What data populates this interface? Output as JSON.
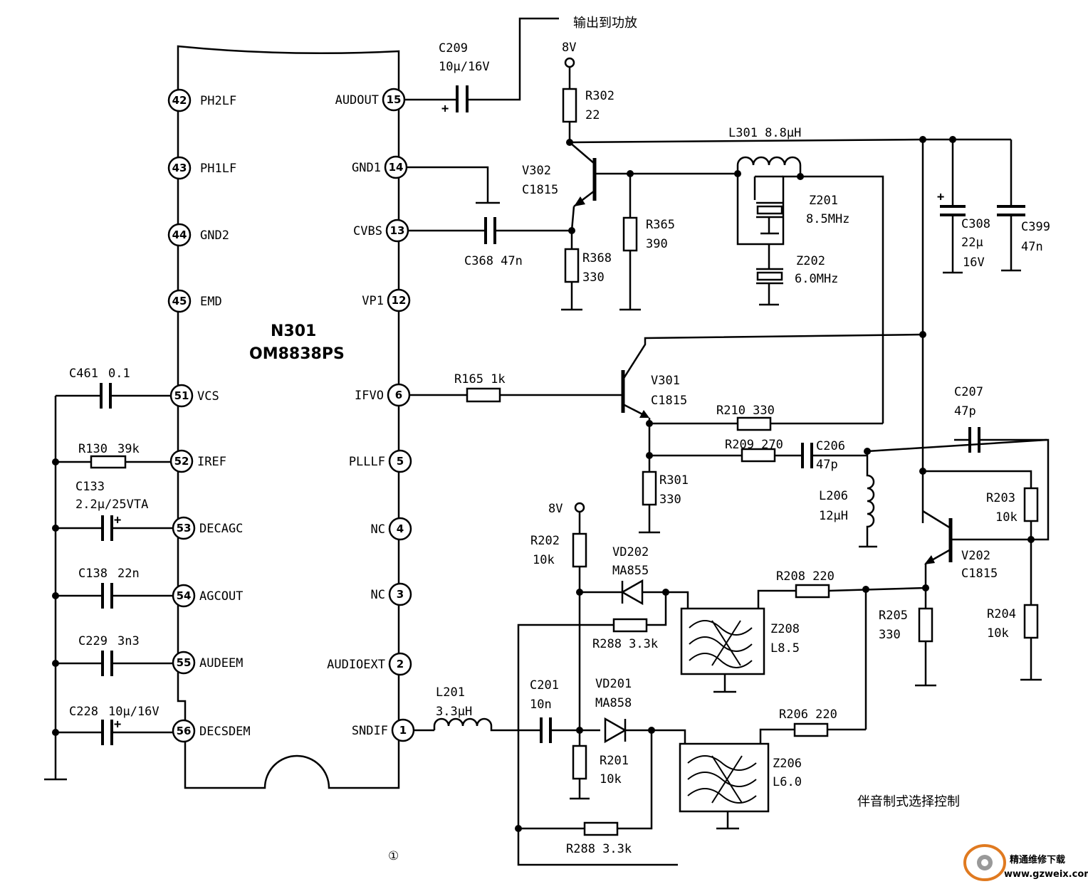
{
  "ic": {
    "ref": "N301",
    "part": "OM8838PS"
  },
  "left_pins": [
    {
      "num": "42",
      "name": "PH2LF"
    },
    {
      "num": "43",
      "name": "PH1LF"
    },
    {
      "num": "44",
      "name": "GND2"
    },
    {
      "num": "45",
      "name": "EMD"
    },
    {
      "num": "51",
      "name": "VCS"
    },
    {
      "num": "52",
      "name": "IREF"
    },
    {
      "num": "53",
      "name": "DECAGC"
    },
    {
      "num": "54",
      "name": "AGCOUT"
    },
    {
      "num": "55",
      "name": "AUDEEM"
    },
    {
      "num": "56",
      "name": "DECSDEM"
    }
  ],
  "right_pins": [
    {
      "num": "15",
      "name": "AUDOUT"
    },
    {
      "num": "14",
      "name": "GND1"
    },
    {
      "num": "13",
      "name": "CVBS"
    },
    {
      "num": "12",
      "name": "VP1"
    },
    {
      "num": "6",
      "name": "IFVO"
    },
    {
      "num": "5",
      "name": "PLLLF"
    },
    {
      "num": "4",
      "name": "NC"
    },
    {
      "num": "3",
      "name": "NC"
    },
    {
      "num": "2",
      "name": "AUDIOEXT"
    },
    {
      "num": "1",
      "name": "SNDIF"
    }
  ],
  "left_caps": [
    {
      "ref": "C461",
      "val": "0.1"
    },
    {
      "ref": "R130",
      "val": "39k"
    },
    {
      "ref": "C133",
      "val": "2.2μ/25VTA"
    },
    {
      "ref": "C138",
      "val": "22n"
    },
    {
      "ref": "C229",
      "val": "3n3"
    },
    {
      "ref": "C228",
      "val": "10μ/16V"
    }
  ],
  "labels": {
    "out_to_amp": "输出到功放",
    "c209_ref": "C209",
    "c209_val": "10μ/16V",
    "v8_top": "8V",
    "r302_ref": "R302",
    "r302_val": "22",
    "l301": "L301 8.8μH",
    "v302_ref": "V302",
    "v302_part": "C1815",
    "r365_ref": "R365",
    "r365_val": "390",
    "r368_ref": "R368",
    "r368_val": "330",
    "c368": "C368 47n",
    "z201_ref": "Z201",
    "z201_val": "8.5MHz",
    "z202_ref": "Z202",
    "z202_val": "6.0MHz",
    "c308_ref": "C308",
    "c308_v1": "22μ",
    "c308_v2": "16V",
    "c399_ref": "C399",
    "c399_val": "47n",
    "r165": "R165 1k",
    "v301_ref": "V301",
    "v301_part": "C1815",
    "r210": "R210 330",
    "r209": "R209 270",
    "c206_ref": "C206",
    "c206_val": "47p",
    "r301_ref": "R301",
    "r301_val": "330",
    "l206_ref": "L206",
    "l206_val": "12μH",
    "c207_ref": "C207",
    "c207_val": "47p",
    "r203_ref": "R203",
    "r203_val": "10k",
    "v202_ref": "V202",
    "v202_part": "C1815",
    "r204_ref": "R204",
    "r204_val": "10k",
    "r205_ref": "R205",
    "r205_val": "330",
    "v8_mid": "8V",
    "r202_ref": "R202",
    "r202_val": "10k",
    "vd202_ref": "VD202",
    "vd202_part": "MA855",
    "r208": "R208 220",
    "r288a": "R288 3.3k",
    "z208_ref": "Z208",
    "z208_val": "L8.5",
    "l201_ref": "L201",
    "l201_val": "3.3μH",
    "c201_ref": "C201",
    "c201_val": "10n",
    "vd201_ref": "VD201",
    "vd201_part": "MA858",
    "r206": "R206 220",
    "r201_ref": "R201",
    "r201_val": "10k",
    "z206_ref": "Z206",
    "z206_val": "L6.0",
    "r288b": "R288 3.3k",
    "caption": "伴音制式选择控制",
    "fig_no": "①",
    "watermark_cn": "精通维修下载",
    "watermark_url": "www.gzweix.com"
  }
}
